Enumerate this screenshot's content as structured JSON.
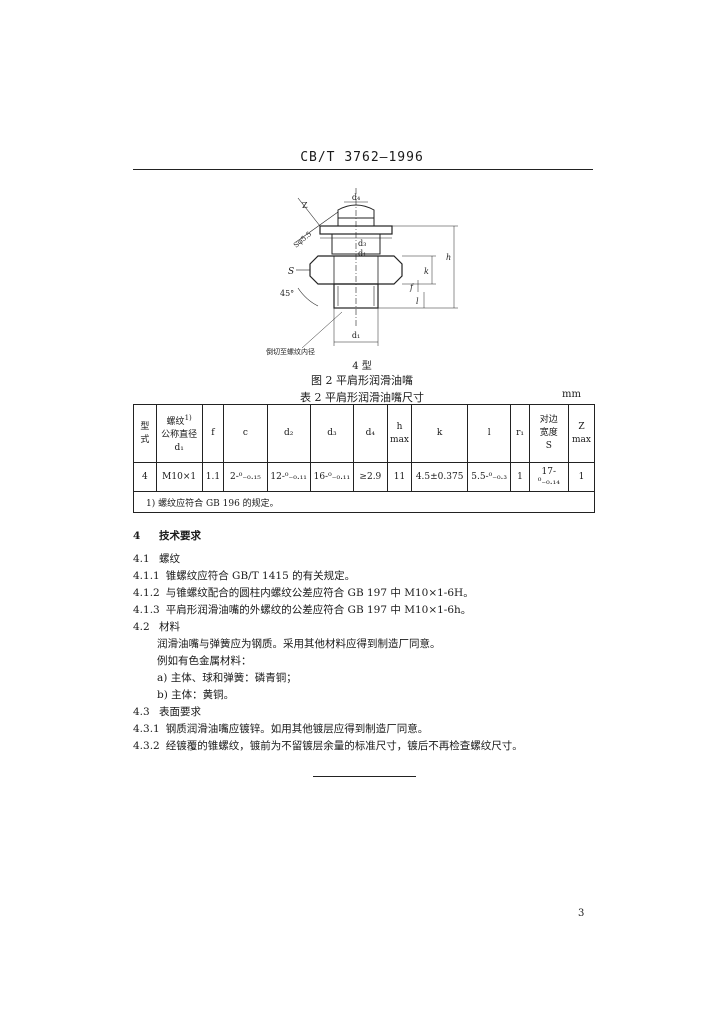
{
  "header": {
    "standard_code": "CB/T 3762—1996"
  },
  "figure": {
    "labels": {
      "z": "Z",
      "d4": "d₄",
      "d3": "d₃",
      "sphere": "Sφ5.5",
      "d1": "d₁",
      "s": "S",
      "angle": "45°",
      "h": "h",
      "k": "k",
      "f": "f",
      "l": "l",
      "bottom_d1": "d₁",
      "note": "倒切至螺纹内径"
    },
    "type_label": "4 型",
    "caption": "图 2  平肩形润滑油嘴"
  },
  "table": {
    "caption": "表 2  平肩形润滑油嘴尺寸",
    "unit": "mm",
    "headers": {
      "type": "型式",
      "thread_line1": "螺纹",
      "thread_sup": "1)",
      "thread_line2": "公称直径",
      "thread_line3": "d₁",
      "f": "f",
      "c": "c",
      "d2": "d₂",
      "d3": "d₃",
      "d4": "d₄",
      "h": "h",
      "h_sub": "max",
      "k": "k",
      "l": "l",
      "r1": "r₁",
      "s_line1": "对边",
      "s_line2": "宽度",
      "s_line3": "S",
      "z": "Z",
      "z_sub": "max"
    },
    "row": {
      "type": "4",
      "thread": "M10×1",
      "f": "1.1",
      "c": "2-⁰₋₀.₁₅",
      "d2": "12-⁰₋₀.₁₁",
      "d3": "16-⁰₋₀.₁₁",
      "d4": "≥2.9",
      "h": "11",
      "k": "4.5±0.375",
      "l": "5.5-⁰₋₀.₃",
      "r1": "1",
      "s": "17-⁰₋₀.₁₄",
      "z": "1"
    },
    "note": "1) 螺纹应符合 GB 196 的规定。"
  },
  "content": [
    {
      "num": "4",
      "text": "技术要求",
      "style": "h1"
    },
    {
      "num": "4.1",
      "text": "螺纹",
      "style": "h2"
    },
    {
      "num": "4.1.1",
      "text": "锥螺纹应符合 GB/T 1415 的有关规定。",
      "style": "p"
    },
    {
      "num": "4.1.2",
      "text": "与锥螺纹配合的圆柱内螺纹公差应符合 GB 197 中 M10×1-6H。",
      "style": "p"
    },
    {
      "num": "4.1.3",
      "text": "平肩形润滑油嘴的外螺纹的公差应符合 GB 197 中 M10×1-6h。",
      "style": "p"
    },
    {
      "num": "4.2",
      "text": "材料",
      "style": "h2"
    },
    {
      "num": "",
      "text": "润滑油嘴与弹簧应为钢质。采用其他材料应得到制造厂同意。",
      "style": "indent"
    },
    {
      "num": "",
      "text": "例如有色金属材料：",
      "style": "indent"
    },
    {
      "num": "",
      "text": "a) 主体、球和弹簧：磷青铜；",
      "style": "indent"
    },
    {
      "num": "",
      "text": "b) 主体：黄铜。",
      "style": "indent"
    },
    {
      "num": "4.3",
      "text": "表面要求",
      "style": "h2"
    },
    {
      "num": "4.3.1",
      "text": "钢质润滑油嘴应镀锌。如用其他镀层应得到制造厂同意。",
      "style": "p"
    },
    {
      "num": "4.3.2",
      "text": "经镀覆的锥螺纹，镀前为不留镀层余量的标准尺寸，镀后不再检查螺纹尺寸。",
      "style": "p"
    }
  ],
  "page_number": "3"
}
